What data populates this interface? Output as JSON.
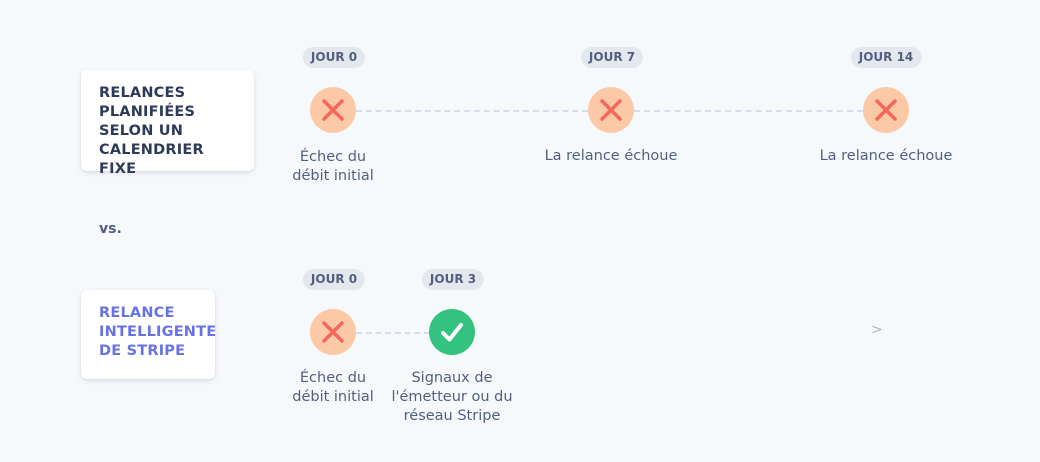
{
  "fixed": {
    "title_lines": [
      "RELANCES",
      "PLANIFIÉES",
      "SELON UN",
      "CALENDRIER FIXE"
    ],
    "steps": [
      {
        "day": "JOUR 0",
        "status": "fail",
        "label_lines": [
          "Échec du",
          "débit initial"
        ]
      },
      {
        "day": "JOUR 7",
        "status": "fail",
        "label_lines": [
          "La relance échoue"
        ]
      },
      {
        "day": "JOUR 14",
        "status": "fail",
        "label_lines": [
          "La relance échoue"
        ]
      }
    ]
  },
  "vs_label": "vs.",
  "smart": {
    "title_lines": [
      "RELANCE",
      "INTELLIGENTE",
      "DE STRIPE"
    ],
    "steps": [
      {
        "day": "JOUR 0",
        "status": "fail",
        "label_lines": [
          "Échec du",
          "débit initial"
        ]
      },
      {
        "day": "JOUR 3",
        "status": "success",
        "label_lines": [
          "Signaux de",
          "l'émetteur ou du",
          "réseau Stripe"
        ]
      }
    ],
    "trailing_arrow": ">"
  },
  "colors": {
    "fail_circle": "#fcc9a6",
    "fail_mark": "#f5665b",
    "success_circle": "#33c27f",
    "pill_bg": "#e3e8ee",
    "fixed_title": "#2e3a59",
    "smart_title": "#6772e5"
  },
  "icons": {
    "fail": "x-icon",
    "success": "check-icon"
  }
}
